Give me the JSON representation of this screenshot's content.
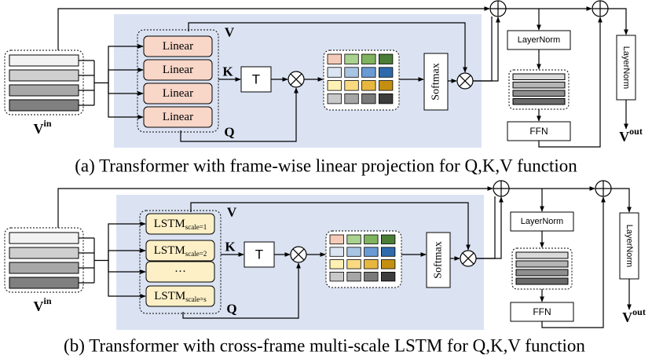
{
  "panels": [
    {
      "id": "a",
      "caption": "(a) Transformer with frame-wise linear projection for Q,K,V function",
      "input_label": "V",
      "input_sup": "in",
      "projection_boxes": [
        {
          "text": "Linear",
          "sub": ""
        },
        {
          "text": "Linear",
          "sub": ""
        },
        {
          "text": "Linear",
          "sub": ""
        },
        {
          "text": "Linear",
          "sub": ""
        }
      ],
      "v_label": "V",
      "k_label": "K",
      "q_label": "Q",
      "transpose_label": "T",
      "softmax_label": "Softmax",
      "layernorm1_label": "LayerNorm",
      "ffn_label": "FFN",
      "layernorm2_label": "LayerNorm",
      "output_label": "V",
      "output_sup": "out"
    },
    {
      "id": "b",
      "caption": "(b) Transformer with cross-frame multi-scale LSTM for Q,K,V function",
      "input_label": "V",
      "input_sup": "in",
      "projection_boxes": [
        {
          "text": "LSTM",
          "sub": "scale=1"
        },
        {
          "text": "LSTM",
          "sub": "scale=2"
        },
        {
          "text": "···",
          "sub": ""
        },
        {
          "text": "LSTM",
          "sub": "scale=s"
        }
      ],
      "v_label": "V",
      "k_label": "K",
      "q_label": "Q",
      "transpose_label": "T",
      "softmax_label": "Softmax",
      "layernorm1_label": "LayerNorm",
      "ffn_label": "FFN",
      "layernorm2_label": "LayerNorm",
      "output_label": "V",
      "output_sup": "out"
    }
  ],
  "colors": {
    "background_panel": "#dbe3f3",
    "linear_fill": "#f8d6c8",
    "lstm_fill": "#fdf0c7",
    "input_bar_shades": [
      "#f2f2f2",
      "#cfcfcf",
      "#a8a8a8",
      "#808080"
    ],
    "ffn_stack_shades": [
      "#d9d9d9",
      "#b5b5b5",
      "#8f8f8f",
      "#6a6a6a"
    ],
    "attention_grid": [
      [
        "#f4cbb8",
        "#a9d28e",
        "#7fb35d",
        "#4a7d35"
      ],
      [
        "#dbe6f2",
        "#a8c5e3",
        "#6a9bd3",
        "#2f6aac"
      ],
      [
        "#fff0b3",
        "#f9da80",
        "#e8b73e",
        "#c48f10"
      ],
      [
        "#c9c9c9",
        "#a6a6a6",
        "#7a7a7a",
        "#3d3d3d"
      ]
    ]
  }
}
